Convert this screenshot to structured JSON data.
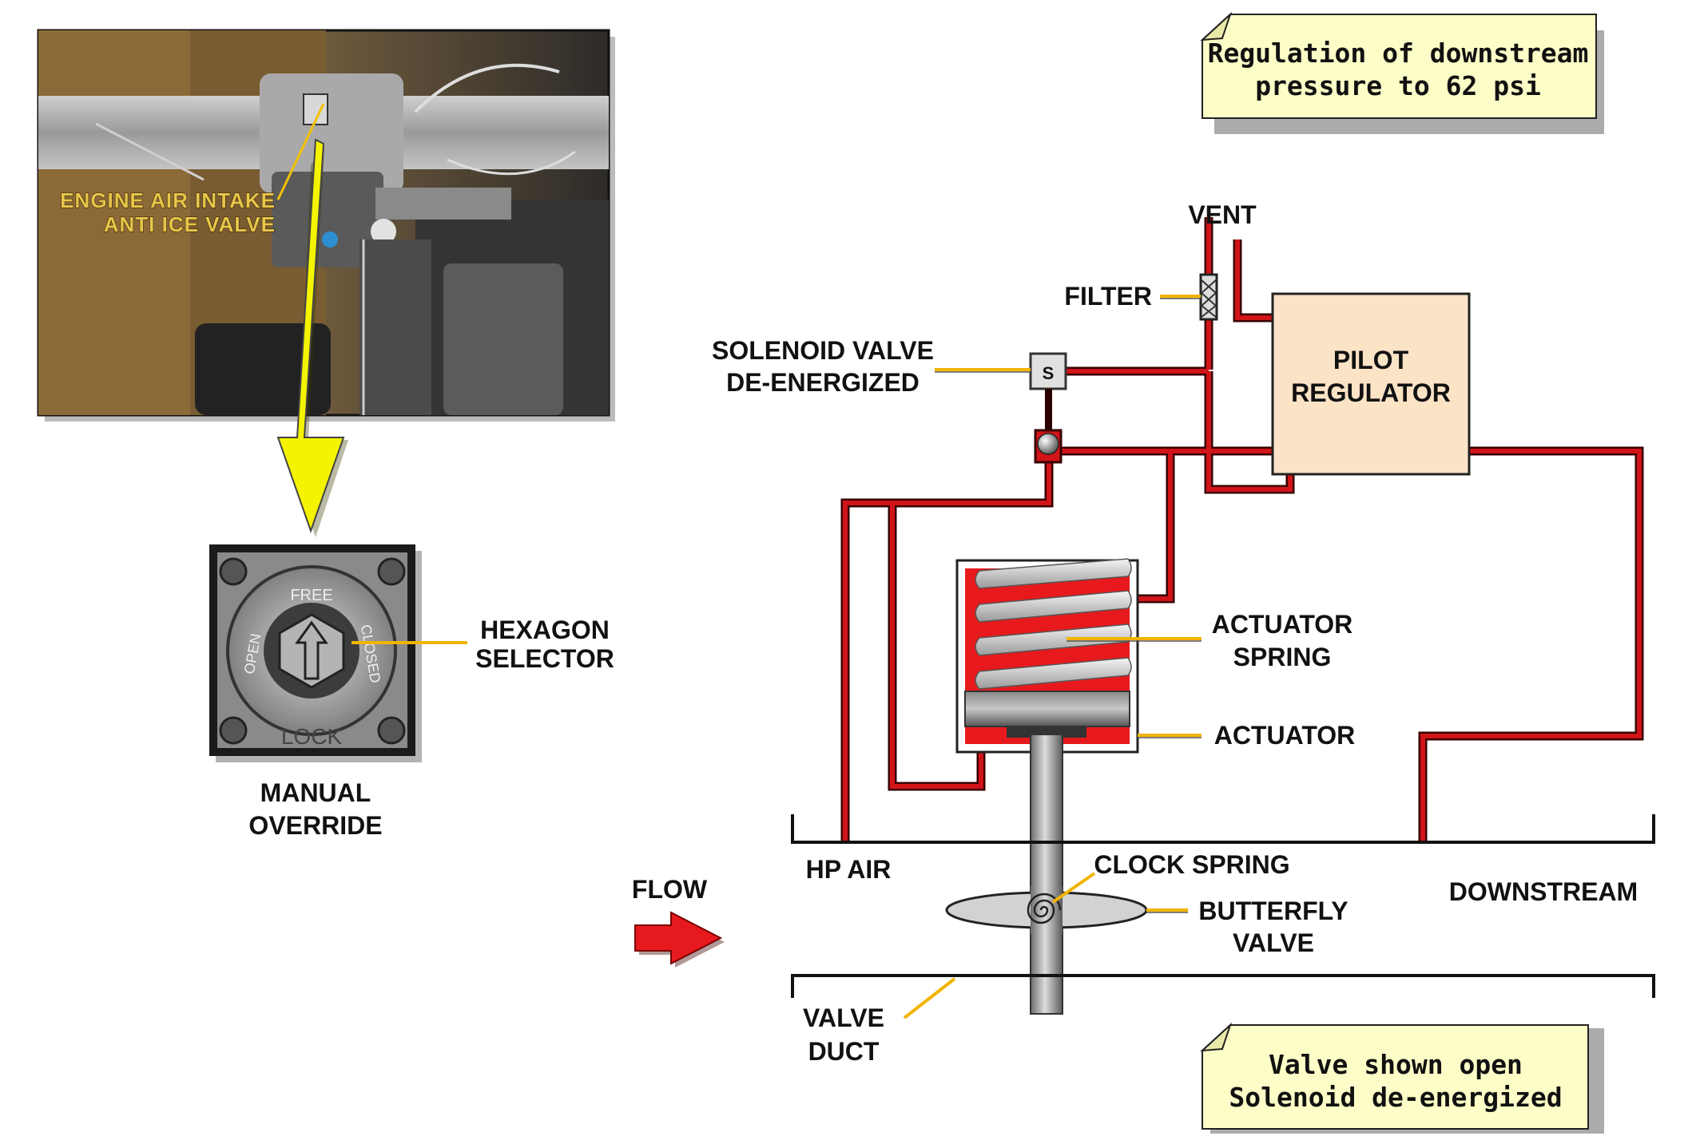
{
  "notes": {
    "top": [
      "Regulation of downstream",
      "pressure to 62 psi"
    ],
    "bottom": [
      "Valve shown open",
      "Solenoid de-energized"
    ]
  },
  "photo": {
    "label_line1": "ENGINE  AIR  INTAKE",
    "label_line2": "ANTI ICE  VALVE"
  },
  "override": {
    "dial_free": "FREE",
    "dial_open": "OPEN",
    "dial_closed": "CLOSED",
    "dial_lock": "LOCK",
    "hexagon_selector": [
      "HEXAGON",
      "SELECTOR"
    ],
    "manual_override": [
      "MANUAL",
      "OVERRIDE"
    ]
  },
  "labels": {
    "vent": "VENT",
    "filter": "FILTER",
    "solenoid": [
      "SOLENOID VALVE",
      "DE-ENERGIZED"
    ],
    "solenoid_mark": "S",
    "pilot_regulator": [
      "PILOT",
      "REGULATOR"
    ],
    "actuator_spring": [
      "ACTUATOR",
      "SPRING"
    ],
    "actuator": "ACTUATOR",
    "hp_air": "HP AIR",
    "clock_spring": "CLOCK SPRING",
    "butterfly_valve": [
      "BUTTERFLY",
      "VALVE"
    ],
    "downstream": "DOWNSTREAM",
    "flow": "FLOW",
    "valve_duct": [
      "VALVE",
      "DUCT"
    ]
  },
  "colors": {
    "pipe": "#d01418",
    "actuator_fill": "#e8191c",
    "regulator_fill": "#fbe3c6",
    "note_fill": "#fdfdc8",
    "leader": "#f2b400",
    "arrow_yellow": "#f4f400"
  }
}
